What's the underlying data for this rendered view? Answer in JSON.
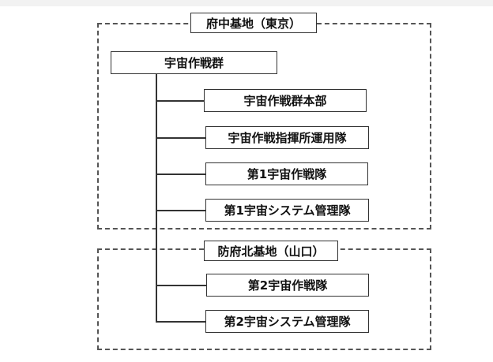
{
  "regions": {
    "fuchu": {
      "label": "府中基地（東京）"
    },
    "hofu": {
      "label": "防府北基地（山口）"
    }
  },
  "root": {
    "label": "宇宙作戦群"
  },
  "units": [
    {
      "label": "宇宙作戦群本部"
    },
    {
      "label": "宇宙作戦指揮所運用隊"
    },
    {
      "label": "第1宇宙作戦隊"
    },
    {
      "label": "第1宇宙システム管理隊"
    },
    {
      "label": "第2宇宙作戦隊"
    },
    {
      "label": "第2宇宙システム管理隊"
    }
  ]
}
